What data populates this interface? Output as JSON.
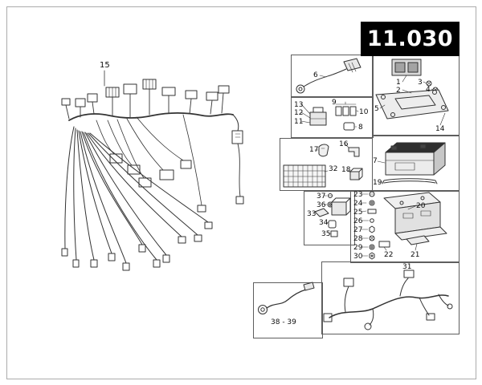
{
  "header": {
    "code": "11.030"
  },
  "colors": {
    "code_box_bg": "#000000",
    "code_box_text": "#ffffff",
    "line_art": "#333333"
  },
  "parts": {
    "p1": "1",
    "p2": "2",
    "p3": "3",
    "p4": "4",
    "p5": "5",
    "p6": "6",
    "p7": "7",
    "p8": "8",
    "p9": "9",
    "p10": "10",
    "p11": "11",
    "p12": "12",
    "p13": "13",
    "p14": "14",
    "p15": "15",
    "p16": "16",
    "p17": "17",
    "p18": "18",
    "p19": "19",
    "p20": "20",
    "p21": "21",
    "p22": "22",
    "p23": "23",
    "p24": "24",
    "p25": "25",
    "p26": "26",
    "p27": "27",
    "p28": "28",
    "p29": "29",
    "p30": "30",
    "p31": "31",
    "p32": "32",
    "p33": "33",
    "p34": "34",
    "p35": "35",
    "p36": "36",
    "p37": "37",
    "p38_39": "38 - 39"
  }
}
